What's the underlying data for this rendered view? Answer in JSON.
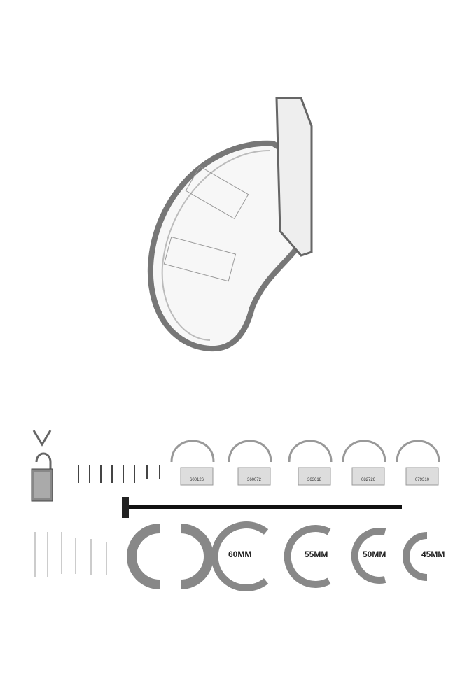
{
  "product": {
    "ring_sizes": [
      "60MM",
      "55MM",
      "50MM",
      "45MM"
    ],
    "seal_numbers": [
      "600126",
      "360072",
      "363618",
      "082726",
      "079310"
    ]
  }
}
